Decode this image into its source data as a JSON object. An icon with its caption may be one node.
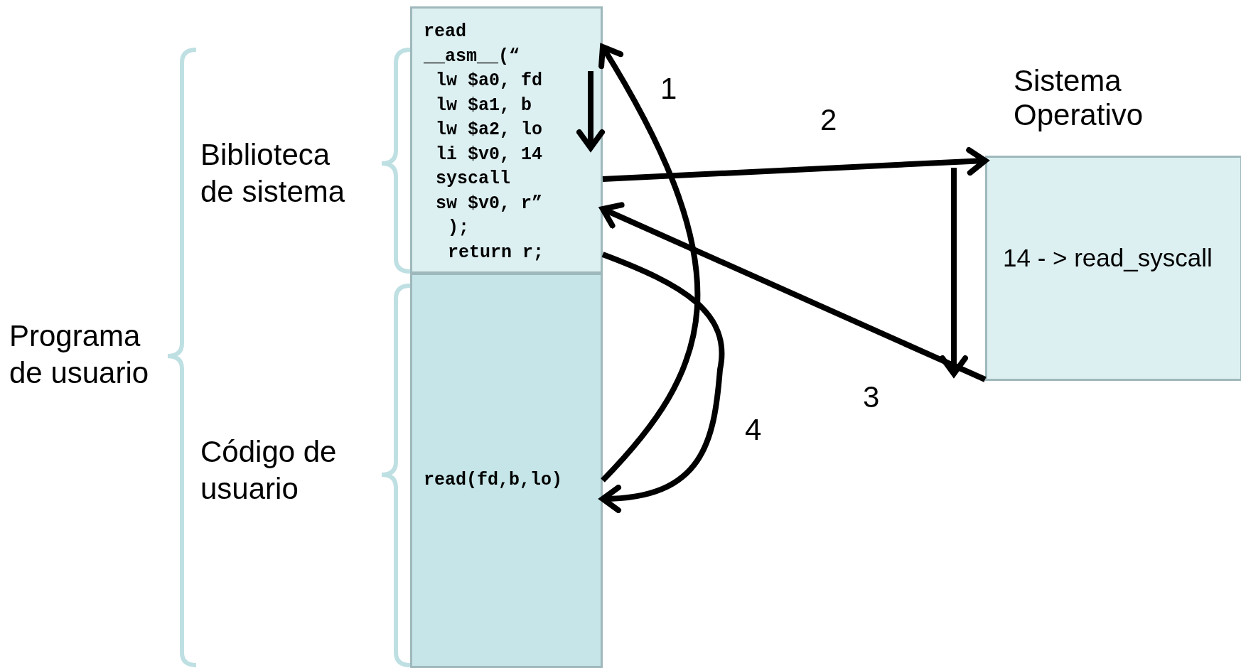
{
  "diagram": {
    "nodes": [
      {
        "text": [
          "read",
          "__asm__(“",
          "lw $a0, fd",
          "lw $a1, b",
          "lw $a2, lo",
          "li $v0, 14",
          "syscall",
          "sw $v0, r”",
          ");",
          "return r;"
        ]
      },
      {
        "text": [
          "read(fd,b,lo)"
        ]
      },
      {
        "text": [
          "Sistema Operativo",
          "14 - > read_syscall"
        ]
      }
    ],
    "edges": [
      {
        "from": 1,
        "to": 0,
        "arrow": "to",
        "label": "1"
      },
      {
        "from": 0,
        "to": 2,
        "arrow": "to",
        "label": "2"
      },
      {
        "from": 2,
        "to": 0,
        "arrow": "to",
        "label": "3"
      },
      {
        "from": 0,
        "to": 1,
        "arrow": "to",
        "label": "4"
      }
    ],
    "labels": [
      "Programa de usuario",
      "Biblioteca de sistema",
      "Código de usuario"
    ]
  }
}
